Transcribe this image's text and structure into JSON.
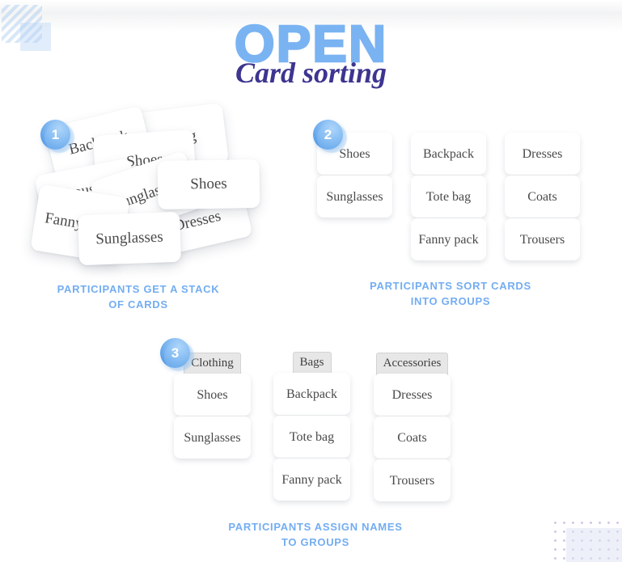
{
  "header": {
    "title": "OPEN",
    "subtitle": "Card sorting"
  },
  "steps": [
    {
      "number": "1",
      "caption": [
        "PARTICIPANTS GET A STACK",
        "OF CARDS"
      ],
      "stack": [
        "Backpack",
        "Tote bag",
        "Shoes",
        "Trousers",
        "Sunglasses",
        "Shoes",
        "Dresses",
        "Fanny pack",
        "Sunglasses"
      ]
    },
    {
      "number": "2",
      "caption": [
        "PARTICIPANTS SORT CARDS",
        "INTO GROUPS"
      ],
      "groups": [
        {
          "cards": [
            "Shoes",
            "Sunglasses"
          ]
        },
        {
          "cards": [
            "Backpack",
            "Tote bag",
            "Fanny pack"
          ]
        },
        {
          "cards": [
            "Dresses",
            "Coats",
            "Trousers"
          ]
        }
      ]
    },
    {
      "number": "3",
      "caption": [
        "PARTICIPANTS ASSIGN NAMES",
        "TO GROUPS"
      ],
      "groups": [
        {
          "name": "Clothing",
          "cards": [
            "Shoes",
            "Sunglasses"
          ]
        },
        {
          "name": "Bags",
          "cards": [
            "Backpack",
            "Tote bag",
            "Fanny pack"
          ]
        },
        {
          "name": "Accessories",
          "cards": [
            "Dresses",
            "Coats",
            "Trousers"
          ]
        }
      ]
    }
  ],
  "colors": {
    "title_blue": "#7AB3F2",
    "subtitle_purple": "#3D3590",
    "caption_blue": "#73ADF1",
    "badge_blue": "#60A2E9",
    "card_text": "#4A4A4A",
    "group_label_bg": "#E7E7E7"
  }
}
